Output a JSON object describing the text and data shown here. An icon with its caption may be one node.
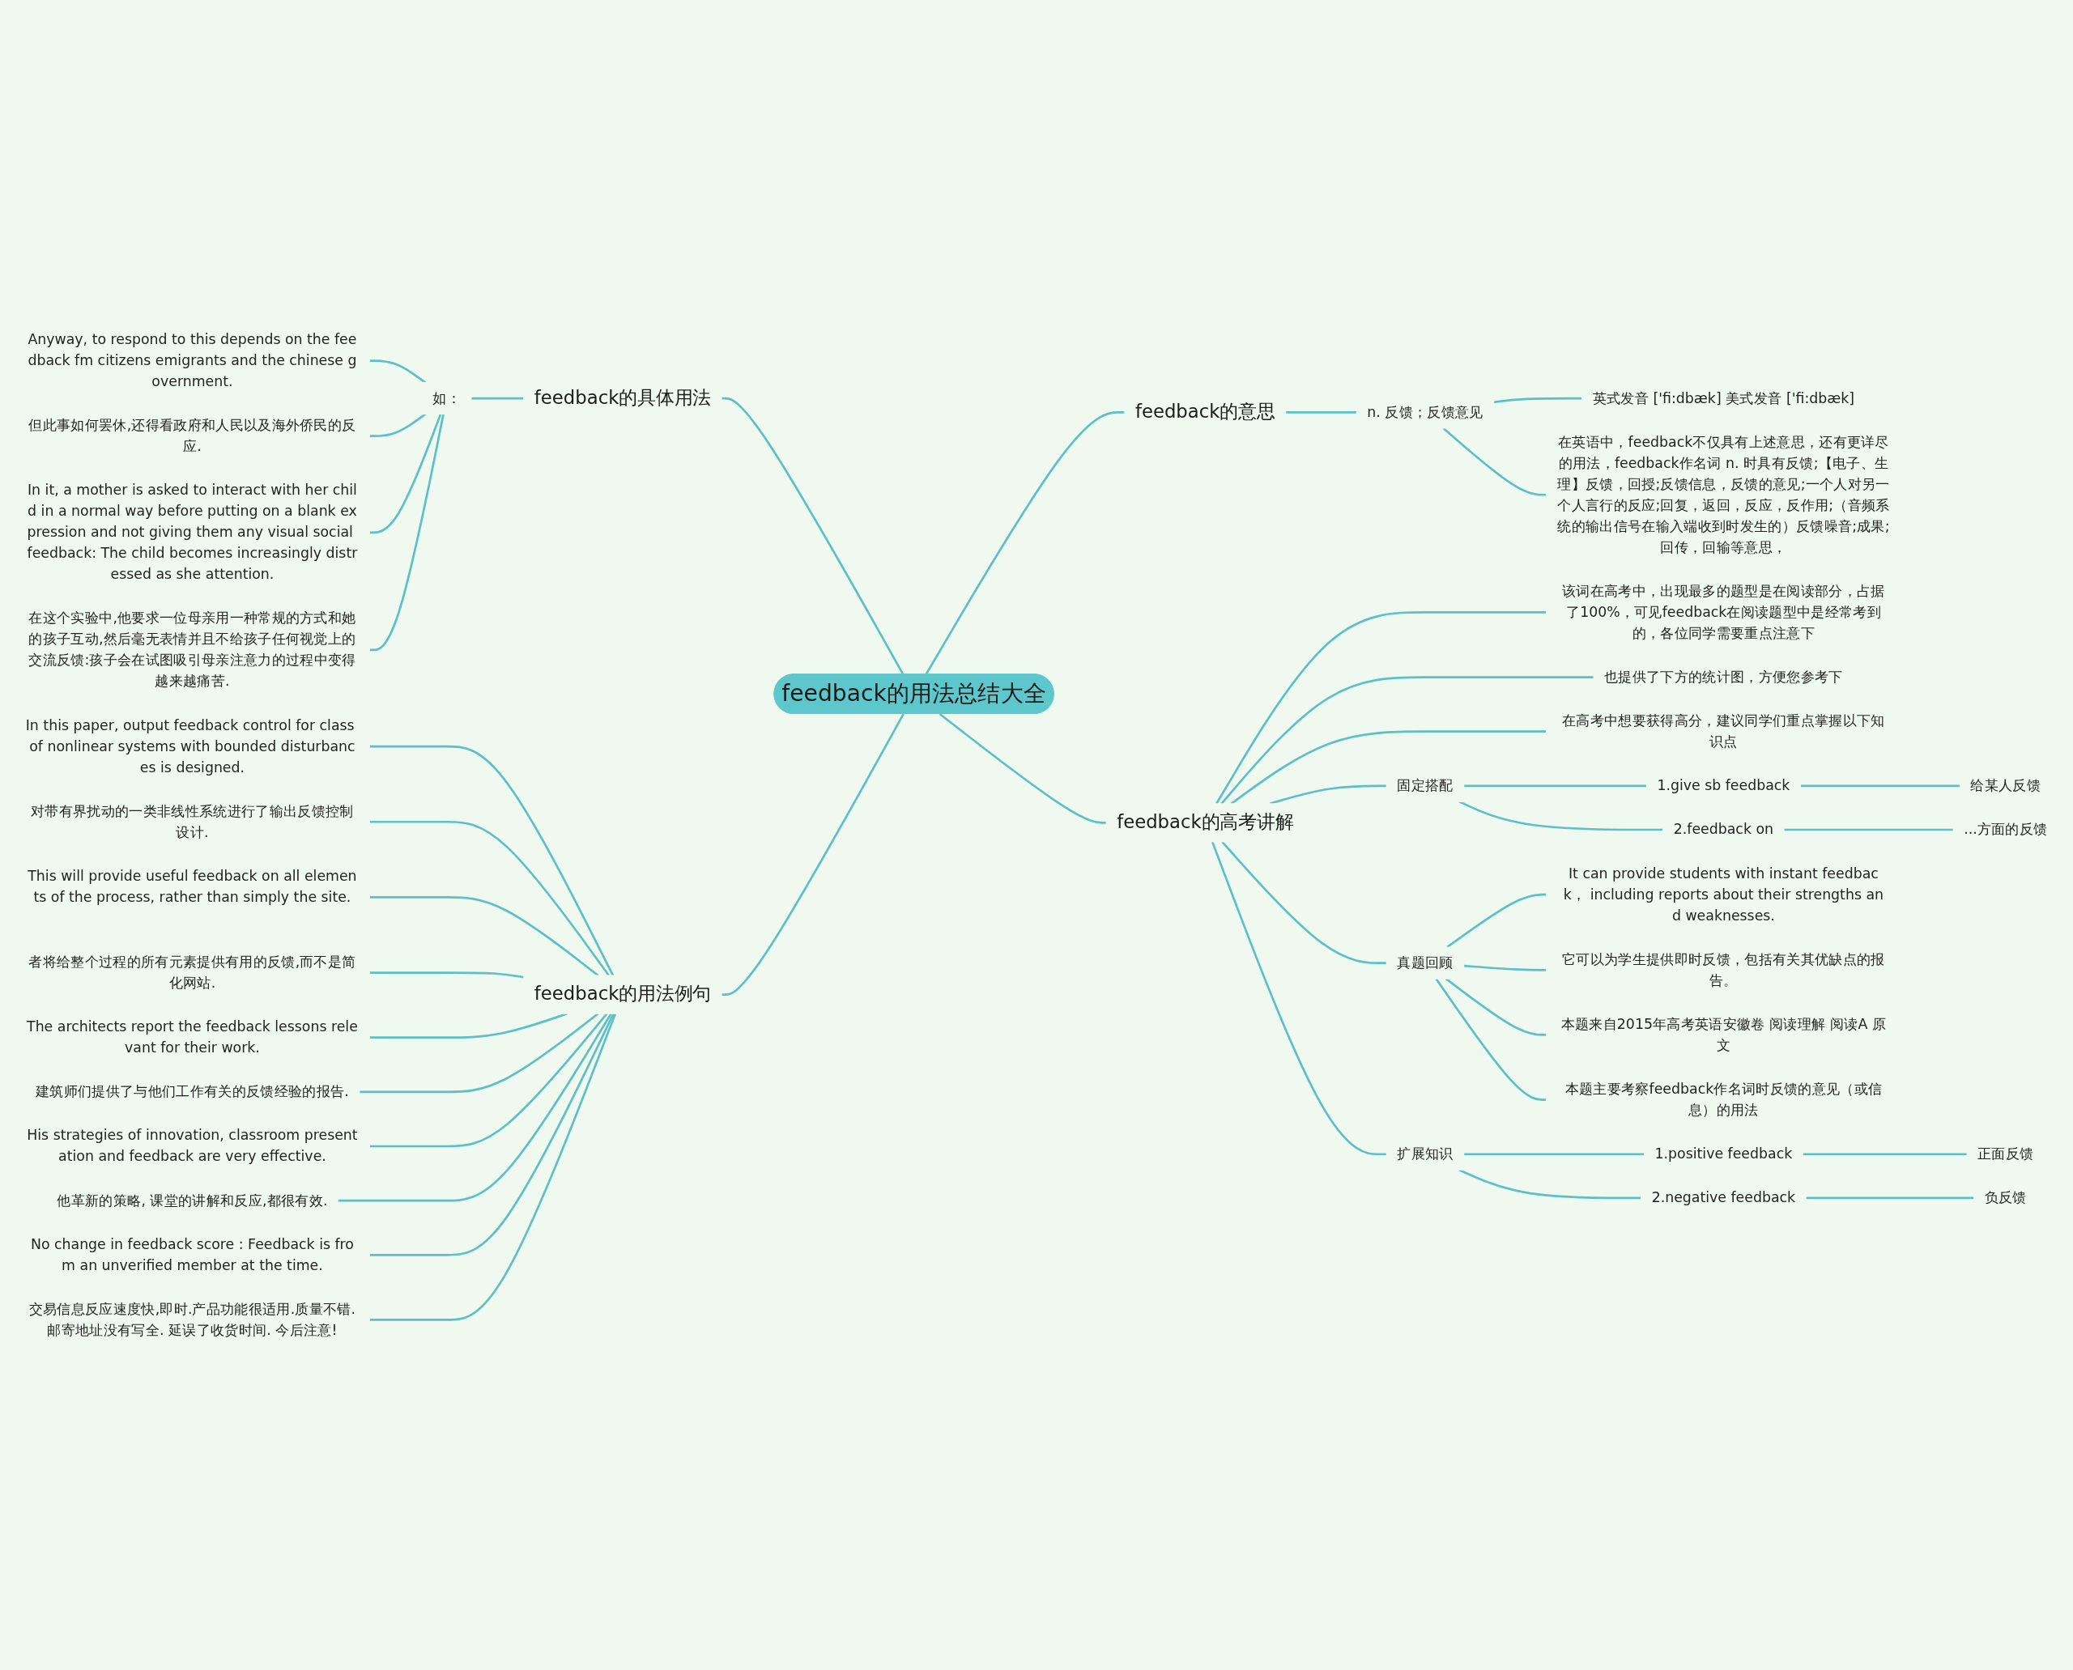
{
  "diagram": {
    "nodes": [
      {
        "text": [
          "feedback的用法总结大全"
        ]
      },
      {
        "text": [
          "feedback的具体用法"
        ]
      },
      {
        "text": [
          "如："
        ]
      },
      {
        "text": [
          "Anyway, to respond to this depends on the feedback fm citizens emigrants and the chinese government."
        ]
      },
      {
        "text": [
          "但此事如何罢休,还得看政府和人民以及海外侨民的反应."
        ]
      },
      {
        "text": [
          "In it, a mother is asked to interact with her child in a normal way before putting on a blank expression and not giving them any visual social feedback: The child becomes increasingly distressed as she attention."
        ]
      },
      {
        "text": [
          "在这个实验中,他要求一位母亲用一种常规的方式和她的孩子互动,然后毫无表情并且不给孩子任何视觉上的交流反馈:孩子会在试图吸引母亲注意力的过程中变得越来越痛苦."
        ]
      },
      {
        "text": [
          "feedback的用法例句"
        ]
      },
      {
        "text": [
          "In this paper, output feedback control for class of nonlinear systems with bounded disturbances is designed."
        ]
      },
      {
        "text": [
          "对带有界扰动的一类非线性系统进行了输出反馈控制设计."
        ]
      },
      {
        "text": [
          "This will provide useful feedback on all elements of the process, rather than simply the site."
        ]
      },
      {
        "text": [
          "者将给整个过程的所有元素提供有用的反馈,而不是简化网站."
        ]
      },
      {
        "text": [
          "The architects report the feedback lessons relevant for their work."
        ]
      },
      {
        "text": [
          "建筑师们提供了与他们工作有关的反馈经验的报告."
        ]
      },
      {
        "text": [
          "His strategies of innovation, classroom presentation and feedback are very effective."
        ]
      },
      {
        "text": [
          "他革新的策略, 课堂的讲解和反应,都很有效."
        ]
      },
      {
        "text": [
          "No change in feedback score : Feedback is from an unverified member at the time."
        ]
      },
      {
        "text": [
          "交易信息反应速度快,即时.产品功能很适用.质量不错.邮寄地址没有写全. 延误了收货时间. 今后注意!"
        ]
      },
      {
        "text": [
          "feedback的意思"
        ]
      },
      {
        "text": [
          "n. 反馈；反馈意见"
        ]
      },
      {
        "text": [
          "英式发音 ['fi:dbæk] 美式发音 ['fi:dbæk]"
        ]
      },
      {
        "text": [
          "在英语中，feedback不仅具有上述意思，还有更详尽的用法，feedback作名词 n. 时具有反馈;【电子、生理】反馈，回授;反馈信息，反馈的意见;一个人对另一个人言行的反应;回复，返回，反应，反作用;（音频系统的输出信号在输入端收到时发生的）反馈噪音;成果;回传，回输等意思，"
        ]
      },
      {
        "text": [
          "feedback的高考讲解"
        ]
      },
      {
        "text": [
          "该词在高考中，出现最多的题型是在阅读部分，占据了100%，可见feedback在阅读题型中是经常考到的，各位同学需要重点注意下"
        ]
      },
      {
        "text": [
          "也提供了下方的统计图，方便您参考下"
        ]
      },
      {
        "text": [
          "在高考中想要获得高分，建议同学们重点掌握以下知识点"
        ]
      },
      {
        "text": [
          "固定搭配"
        ]
      },
      {
        "text": [
          "1.give sb feedback"
        ]
      },
      {
        "text": [
          "给某人反馈"
        ]
      },
      {
        "text": [
          "2.feedback on"
        ]
      },
      {
        "text": [
          "...方面的反馈"
        ]
      },
      {
        "text": [
          "真题回顾"
        ]
      },
      {
        "text": [
          "It can provide students with instant feedback， including reports about their strengths and weaknesses."
        ]
      },
      {
        "text": [
          "它可以为学生提供即时反馈，包括有关其优缺点的报告。"
        ]
      },
      {
        "text": [
          "本题来自2015年高考英语安徽卷 阅读理解 阅读A 原文"
        ]
      },
      {
        "text": [
          "本题主要考察feedback作名词时反馈的意见（或信息）的用法"
        ]
      },
      {
        "text": [
          "扩展知识"
        ]
      },
      {
        "text": [
          "1.positive feedback"
        ]
      },
      {
        "text": [
          "正面反馈"
        ]
      },
      {
        "text": [
          "2.negative feedback"
        ]
      },
      {
        "text": [
          "负反馈"
        ]
      }
    ],
    "edges": [
      {
        "from": 0,
        "to": 1,
        "arrow": "none"
      },
      {
        "from": 1,
        "to": 2,
        "arrow": "none"
      },
      {
        "from": 2,
        "to": 3,
        "arrow": "none"
      },
      {
        "from": 2,
        "to": 4,
        "arrow": "none"
      },
      {
        "from": 2,
        "to": 5,
        "arrow": "none"
      },
      {
        "from": 2,
        "to": 6,
        "arrow": "none"
      },
      {
        "from": 0,
        "to": 7,
        "arrow": "none"
      },
      {
        "from": 7,
        "to": 8,
        "arrow": "none"
      },
      {
        "from": 7,
        "to": 9,
        "arrow": "none"
      },
      {
        "from": 7,
        "to": 10,
        "arrow": "none"
      },
      {
        "from": 7,
        "to": 11,
        "arrow": "none"
      },
      {
        "from": 7,
        "to": 12,
        "arrow": "none"
      },
      {
        "from": 7,
        "to": 13,
        "arrow": "none"
      },
      {
        "from": 7,
        "to": 14,
        "arrow": "none"
      },
      {
        "from": 7,
        "to": 15,
        "arrow": "none"
      },
      {
        "from": 7,
        "to": 16,
        "arrow": "none"
      },
      {
        "from": 7,
        "to": 17,
        "arrow": "none"
      },
      {
        "from": 0,
        "to": 18,
        "arrow": "none"
      },
      {
        "from": 18,
        "to": 19,
        "arrow": "none"
      },
      {
        "from": 19,
        "to": 20,
        "arrow": "none"
      },
      {
        "from": 19,
        "to": 21,
        "arrow": "none"
      },
      {
        "from": 0,
        "to": 22,
        "arrow": "none"
      },
      {
        "from": 22,
        "to": 23,
        "arrow": "none"
      },
      {
        "from": 22,
        "to": 24,
        "arrow": "none"
      },
      {
        "from": 22,
        "to": 25,
        "arrow": "none"
      },
      {
        "from": 22,
        "to": 26,
        "arrow": "none"
      },
      {
        "from": 26,
        "to": 27,
        "arrow": "none"
      },
      {
        "from": 27,
        "to": 28,
        "arrow": "none"
      },
      {
        "from": 26,
        "to": 29,
        "arrow": "none"
      },
      {
        "from": 29,
        "to": 30,
        "arrow": "none"
      },
      {
        "from": 22,
        "to": 31,
        "arrow": "none"
      },
      {
        "from": 31,
        "to": 32,
        "arrow": "none"
      },
      {
        "from": 31,
        "to": 33,
        "arrow": "none"
      },
      {
        "from": 31,
        "to": 34,
        "arrow": "none"
      },
      {
        "from": 31,
        "to": 35,
        "arrow": "none"
      },
      {
        "from": 22,
        "to": 36,
        "arrow": "none"
      },
      {
        "from": 36,
        "to": 37,
        "arrow": "none"
      },
      {
        "from": 37,
        "to": 38,
        "arrow": "none"
      },
      {
        "from": 36,
        "to": 39,
        "arrow": "none"
      },
      {
        "from": 39,
        "to": 40,
        "arrow": "none"
      }
    ]
  }
}
